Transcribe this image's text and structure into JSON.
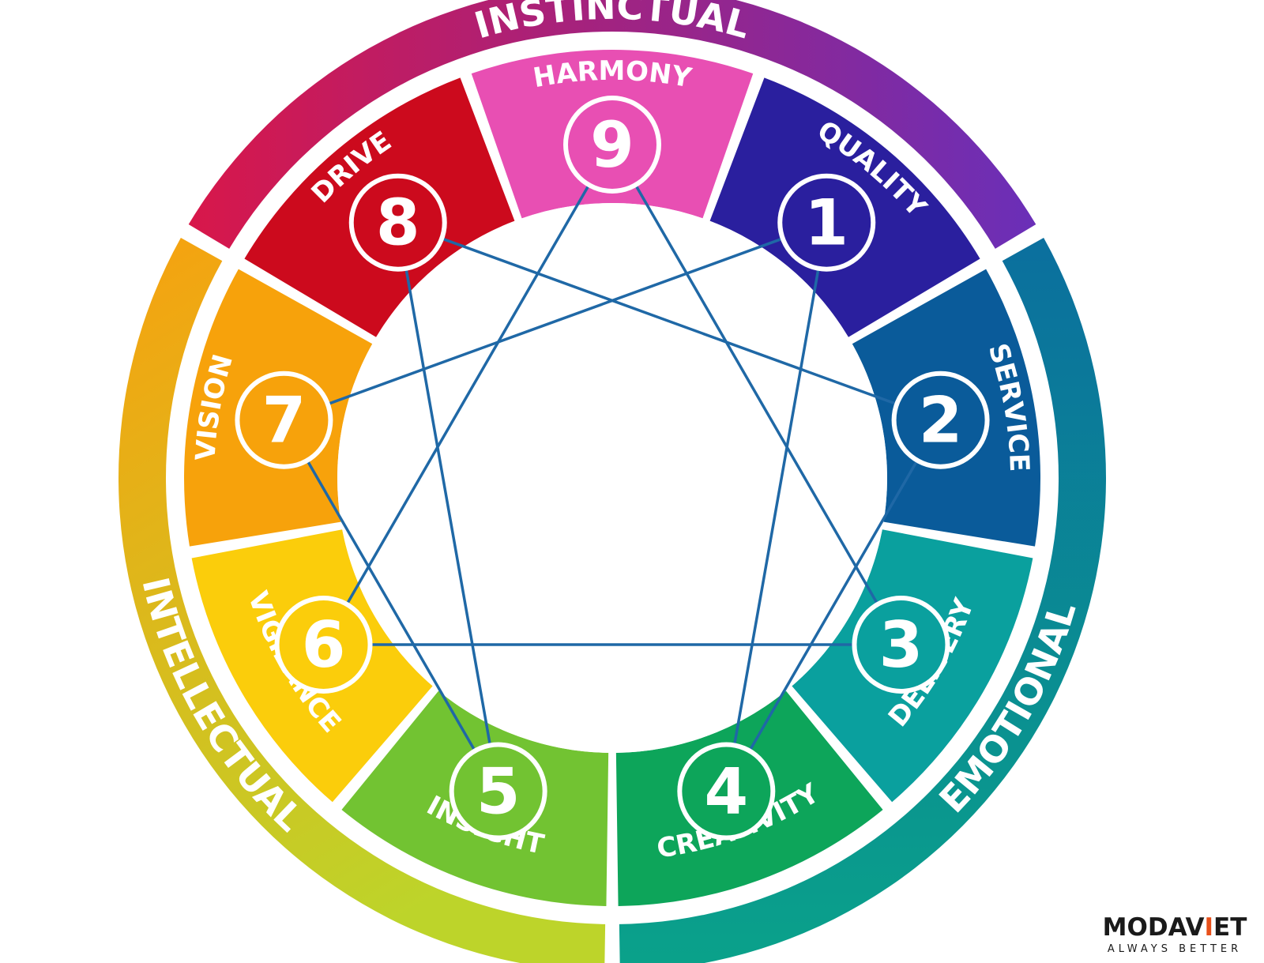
{
  "centers": [
    {
      "id": "instinctual",
      "label": "INSTINCTUAL",
      "color_start": "#d8174a",
      "color_end": "#6a2fb8"
    },
    {
      "id": "emotional",
      "label": "EMOTIONAL",
      "color_start": "#0b6f9e",
      "color_end": "#0aa28a"
    },
    {
      "id": "intellectual",
      "label": "INTELLECTUAL",
      "color_start": "#f7a10f",
      "color_end": "#bdd42a"
    }
  ],
  "types": [
    {
      "number": "9",
      "label": "HARMONY",
      "color": "#e84fb3"
    },
    {
      "number": "1",
      "label": "QUALITY",
      "color": "#2a1f9e"
    },
    {
      "number": "2",
      "label": "SERVICE",
      "color": "#0a5b9a"
    },
    {
      "number": "3",
      "label": "DELIVERY",
      "color": "#0aa09e"
    },
    {
      "number": "4",
      "label": "CREATIVITY",
      "color": "#0da55a"
    },
    {
      "number": "5",
      "label": "INSIGHT",
      "color": "#72c332"
    },
    {
      "number": "6",
      "label": "VIGILANCE",
      "color": "#fbcd0b"
    },
    {
      "number": "7",
      "label": "VISION",
      "color": "#f7a20b"
    },
    {
      "number": "8",
      "label": "DRIVE",
      "color": "#cc0a1d"
    }
  ],
  "line_color": "#1f68a6",
  "connections": [
    [
      "9",
      "3"
    ],
    [
      "3",
      "6"
    ],
    [
      "6",
      "9"
    ],
    [
      "1",
      "4"
    ],
    [
      "4",
      "2"
    ],
    [
      "2",
      "8"
    ],
    [
      "8",
      "5"
    ],
    [
      "5",
      "7"
    ],
    [
      "7",
      "1"
    ]
  ],
  "brand": {
    "prefix": "MODAV",
    "accent": "I",
    "suffix": "ET",
    "tagline": "ALWAYS BETTER"
  }
}
